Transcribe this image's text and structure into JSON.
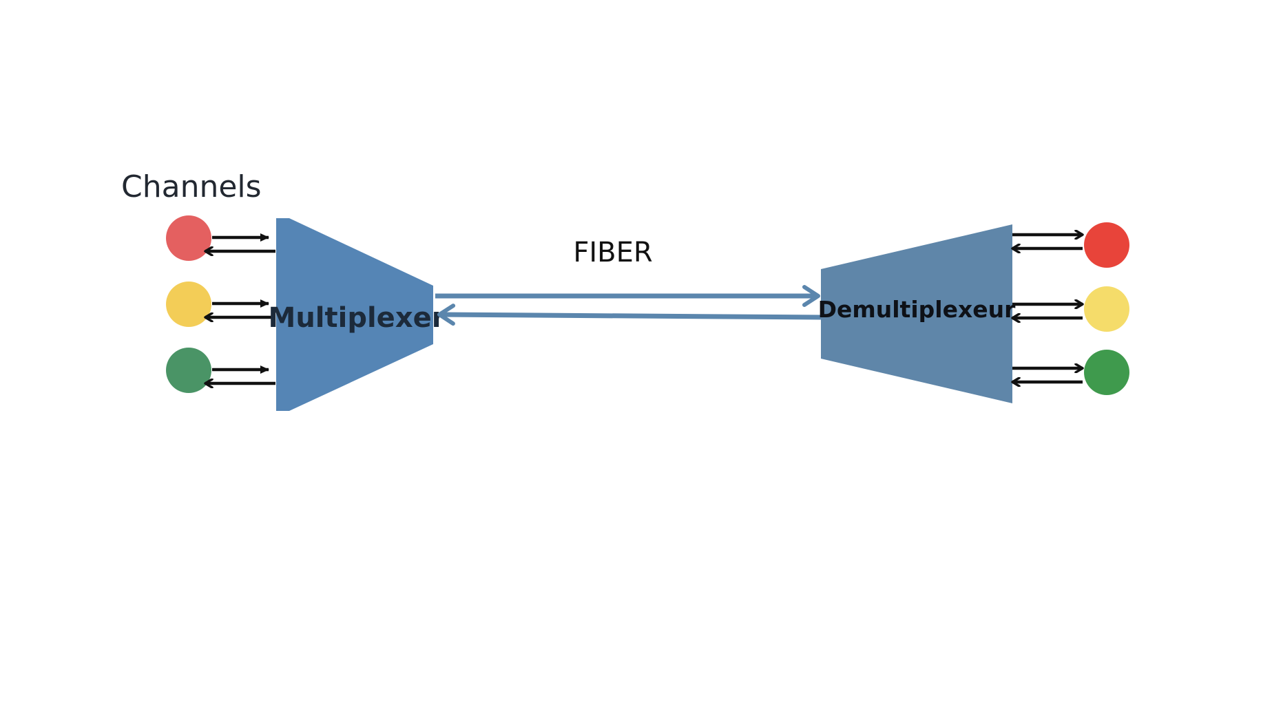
{
  "labels": {
    "channels": "Channels",
    "fiber": "FIBER",
    "mux": "Multiplexer",
    "demux": "Demultiplexeur"
  },
  "colors": {
    "block": "#5585b5",
    "block_right": "#5f86a9",
    "fiber": "#5b86ad",
    "arrow": "#111111",
    "background": "#ffffff"
  },
  "channels": {
    "left": [
      {
        "color": "#e46060"
      },
      {
        "color": "#f3cd57"
      },
      {
        "color": "#4a9466"
      }
    ],
    "right": [
      {
        "color": "#e8443a"
      },
      {
        "color": "#f5dc6a"
      },
      {
        "color": "#3f9a4d"
      }
    ]
  },
  "fiber_link": {
    "forward": "mux-to-demux",
    "return": "demux-to-mux"
  }
}
